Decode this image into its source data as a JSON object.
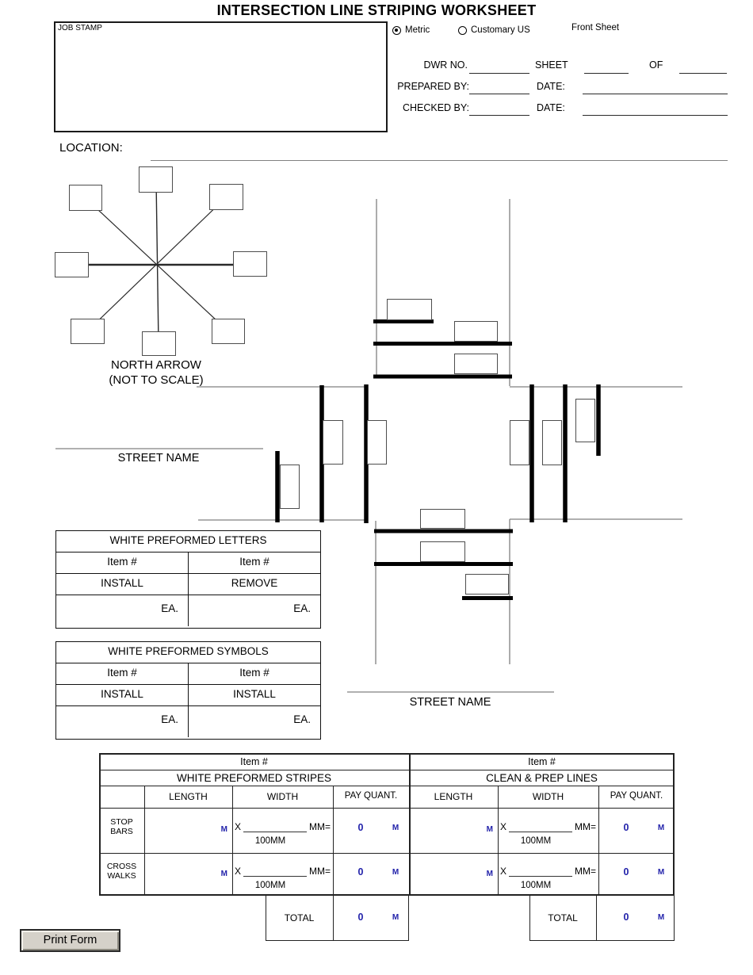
{
  "title": "INTERSECTION LINE STRIPING WORKSHEET",
  "header": {
    "job_stamp": "JOB STAMP",
    "units": {
      "metric": "Metric",
      "customary": "Customary US",
      "selected": "Metric"
    },
    "front_sheet": "Front Sheet",
    "dwr_no": "DWR NO.",
    "sheet": "SHEET",
    "of": "OF",
    "prepared_by": "PREPARED BY:",
    "date1": "DATE:",
    "checked_by": "CHECKED BY:",
    "date2": "DATE:",
    "location": "LOCATION:"
  },
  "diagram": {
    "north_arrow_line1": "NORTH ARROW",
    "north_arrow_line2": "(NOT TO SCALE)",
    "street_name_west": "STREET NAME",
    "street_name_south": "STREET NAME"
  },
  "letters_table": {
    "title": "WHITE PREFORMED LETTERS",
    "columns": [
      {
        "item_label": "Item #",
        "action": "INSTALL",
        "unit": "EA."
      },
      {
        "item_label": "Item #",
        "action": "REMOVE",
        "unit": "EA."
      }
    ]
  },
  "symbols_table": {
    "title": "WHITE PREFORMED SYMBOLS",
    "columns": [
      {
        "item_label": "Item #",
        "action": "INSTALL",
        "unit": "EA."
      },
      {
        "item_label": "Item #",
        "action": "INSTALL",
        "unit": "EA."
      }
    ]
  },
  "quantity_table": {
    "left": {
      "item_label": "Item #",
      "title": "WHITE PREFORMED STRIPES",
      "headers": {
        "length": "LENGTH",
        "width": "WIDTH",
        "pay": "PAY QUANT."
      },
      "rows": [
        {
          "label_line1": "STOP",
          "label_line2": "BARS",
          "length_unit": "M",
          "width_x": "X",
          "width_eq": "MM=",
          "width_denom": "100MM",
          "pay_value": "0",
          "pay_unit": "M"
        },
        {
          "label_line1": "CROSS",
          "label_line2": "WALKS",
          "length_unit": "M",
          "width_x": "X",
          "width_eq": "MM=",
          "width_denom": "100MM",
          "pay_value": "0",
          "pay_unit": "M"
        }
      ],
      "total": {
        "label": "TOTAL",
        "value": "0",
        "unit": "M"
      }
    },
    "right": {
      "item_label": "Item #",
      "title": "CLEAN & PREP LINES",
      "headers": {
        "length": "LENGTH",
        "width": "WIDTH",
        "pay": "PAY QUANT."
      },
      "rows": [
        {
          "length_unit": "M",
          "width_x": "X",
          "width_eq": "MM=",
          "width_denom": "100MM",
          "pay_value": "0",
          "pay_unit": "M"
        },
        {
          "length_unit": "M",
          "width_x": "X",
          "width_eq": "MM=",
          "width_denom": "100MM",
          "pay_value": "0",
          "pay_unit": "M"
        }
      ],
      "total": {
        "label": "TOTAL",
        "value": "0",
        "unit": "M"
      }
    }
  },
  "print_button": "Print Form",
  "colors": {
    "value_blue": "#2222aa",
    "line_gray": "#808080"
  }
}
